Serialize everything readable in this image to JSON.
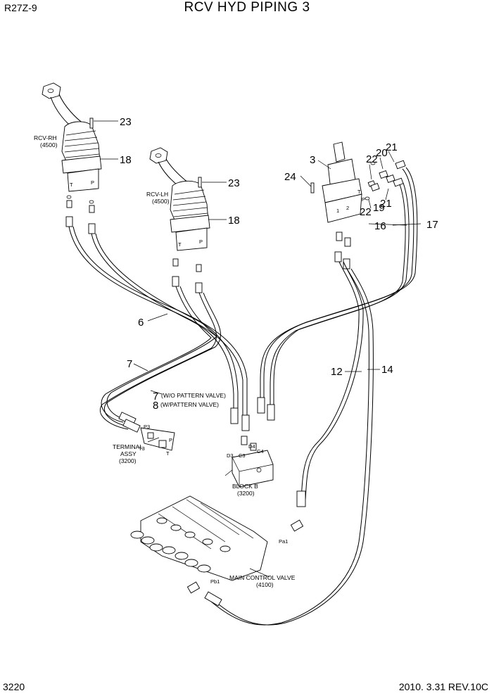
{
  "header": {
    "model": "R27Z-9",
    "title": "RCV HYD PIPING 3"
  },
  "footer": {
    "page_number": "3220",
    "revision": "2010. 3.31  REV.10C"
  },
  "callouts": {
    "c23a": "23",
    "c18a": "18",
    "c23b": "23",
    "c18b": "18",
    "c6": "6",
    "c7": "7",
    "c7w": "7",
    "c8w": "8",
    "c3": "3",
    "c24": "24",
    "c22a": "22",
    "c20": "20",
    "c21a": "21",
    "c21b": "21",
    "c19": "19",
    "c22b": "22",
    "c16": "16",
    "c17": "17",
    "c12": "12",
    "c14": "14"
  },
  "labels": {
    "rcv_rh": "RCV-RH",
    "rcv_rh_code": "(4500)",
    "rcv_lh": "RCV-LH",
    "rcv_lh_code": "(4500)",
    "wo_pattern": "(W/O PATTERN VALVE)",
    "w_pattern": "(W/PATTERN VALVE)",
    "terminal_1": "TERMINAL",
    "terminal_2": "ASSY",
    "terminal_code": "(3200)",
    "block_b": "BLOCK B",
    "block_b_code": "(3200)",
    "mcv": "MAIN CONTROL VALVE",
    "mcv_code": "(4100)"
  },
  "ports": {
    "t_rh": "T",
    "p_rh": "P",
    "t_lh": "T",
    "p_lh": "P",
    "t_3": "T",
    "p_3": "P",
    "one": "1",
    "two": "2",
    "p3": "P3",
    "t3": "T3",
    "tp": "P",
    "tt": "T",
    "d3": "D3",
    "c3": "C3",
    "d4": "D4",
    "c4": "C4",
    "pa1": "Pa1",
    "pb1": "Pb1"
  }
}
